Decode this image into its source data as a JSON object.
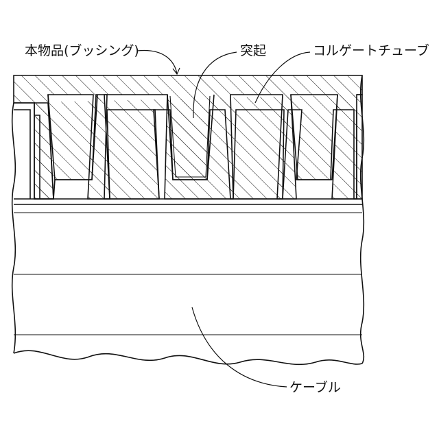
{
  "labels": {
    "bushing": "本物品(ブッシング)",
    "protrusion": "突起",
    "corrugated_tube": "コルゲートチューブ",
    "cable": "ケーブル"
  },
  "colors": {
    "line": "#111111",
    "background": "#ffffff"
  }
}
